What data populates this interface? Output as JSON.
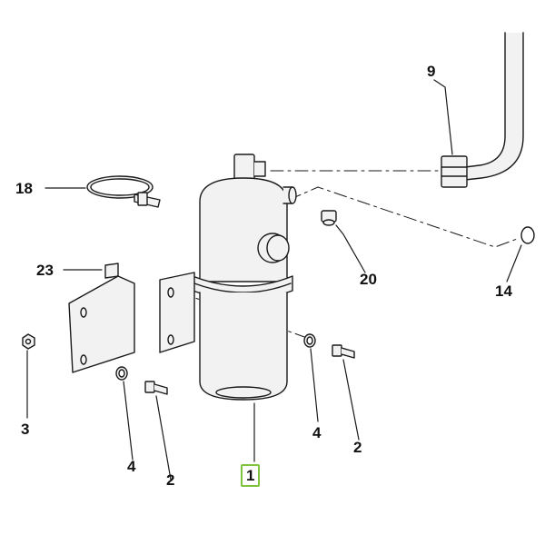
{
  "diagram": {
    "highlight_color": "#7dc33b",
    "line_color": "#1a1a1a",
    "part_fill": "#f2f2f2",
    "callouts": [
      {
        "label": "1",
        "part": "receiver-drier",
        "highlighted": true
      },
      {
        "label": "2",
        "part": "bolt-left"
      },
      {
        "label": "2",
        "part": "bolt-right"
      },
      {
        "label": "3",
        "part": "nut"
      },
      {
        "label": "4",
        "part": "washer-left"
      },
      {
        "label": "4",
        "part": "washer-right"
      },
      {
        "label": "9",
        "part": "pipe"
      },
      {
        "label": "14",
        "part": "o-ring"
      },
      {
        "label": "18",
        "part": "hose-clamp"
      },
      {
        "label": "20",
        "part": "plug"
      },
      {
        "label": "23",
        "part": "mounting-bracket"
      }
    ]
  }
}
